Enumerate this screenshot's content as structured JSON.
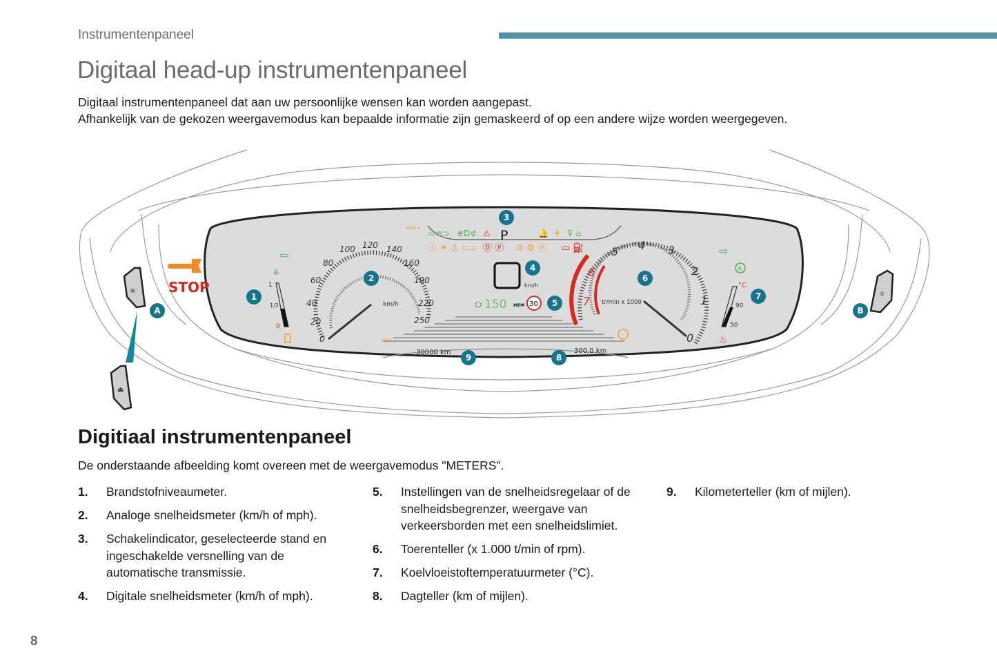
{
  "header": {
    "section_label": "Instrumentenpaneel",
    "accent_color": "#4f93a6"
  },
  "page": {
    "title": "Digitaal head-up instrumentenpaneel",
    "intro": [
      "Digitaal instrumentenpaneel dat aan uw persoonlijke wensen kan worden aangepast.",
      "Afhankelijk van de gekozen weergavemodus kan bepaalde informatie zijn gemaskeerd of op een andere wijze worden weergegeven."
    ],
    "page_number": "8"
  },
  "figure": {
    "callouts": {
      "c1": "1",
      "c2": "2",
      "c3": "3",
      "c4": "4",
      "c5": "5",
      "c6": "6",
      "c7": "7",
      "c8": "8",
      "c9": "9",
      "cA": "A",
      "cB": "B"
    },
    "stop_label": "STOP",
    "gear": "P",
    "digital_speed_unit": "km/h",
    "cruise_speed": "150",
    "mem_label": "MEM",
    "speed_limit_sign": "30",
    "speedometer": {
      "unit": "km/h",
      "ticks": [
        "0",
        "20",
        "40",
        "60",
        "80",
        "100",
        "120",
        "140",
        "160",
        "190",
        "220",
        "250"
      ]
    },
    "tachometer": {
      "unit": "tr/min x 1000",
      "ticks": [
        "0",
        "1",
        "2",
        "3",
        "4",
        "5",
        "6",
        "7"
      ]
    },
    "fuel_gauge": {
      "labels": [
        "1",
        "1/2",
        "0"
      ],
      "level": 0.4
    },
    "temp_gauge": {
      "labels": [
        "°C",
        "90",
        "50"
      ],
      "level": 0.45
    },
    "odometer": "30000 km",
    "trip_meter": "300.0 km",
    "adblue_label": "AdBlue"
  },
  "section": {
    "title": "Digitiaal instrumentenpaneel",
    "intro": "De onderstaande afbeelding komt overeen met de weergavemodus \"METERS\".",
    "legend": [
      {
        "num": "1.",
        "text": "Brandstofniveaumeter."
      },
      {
        "num": "2.",
        "text": "Analoge snelheidsmeter (km/h of mph)."
      },
      {
        "num": "3.",
        "text": "Schakelindicator, geselecteerde stand en ingeschakelde versnelling van de automatische transmissie."
      },
      {
        "num": "4.",
        "text": "Digitale snelheidsmeter (km/h of mph)."
      },
      {
        "num": "5.",
        "text": "Instellingen van de snelheidsregelaar of de snelheidsbegrenzer, weergave van verkeersborden met een snelheidslimiet."
      },
      {
        "num": "6.",
        "text": "Toerenteller (x 1.000 t/min of rpm)."
      },
      {
        "num": "7.",
        "text": "Koelvloeistoftemperatuurmeter (°C)."
      },
      {
        "num": "8.",
        "text": "Dagteller (km of mijlen)."
      },
      {
        "num": "9.",
        "text": "Kilometerteller (km of mijlen)."
      }
    ]
  }
}
